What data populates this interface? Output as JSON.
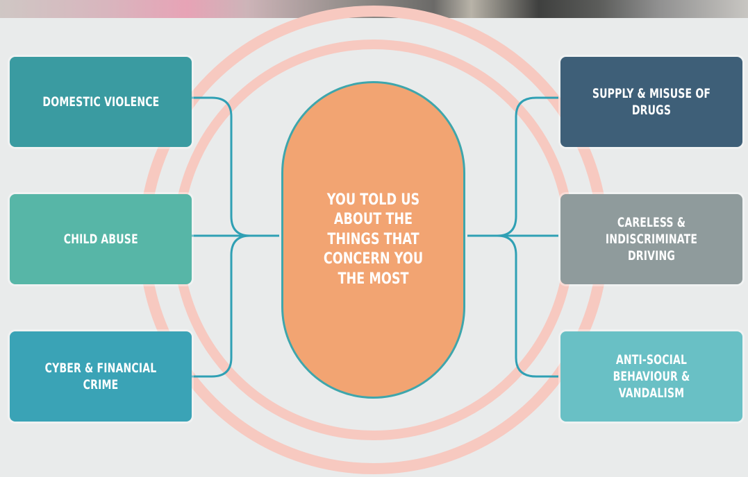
{
  "center_text": "YOU TOLD US ABOUT THE THINGS THAT CONCERN YOU THE MOST",
  "left_items": [
    {
      "label": "DOMESTIC VIOLENCE",
      "color": "#3a9ba1"
    },
    {
      "label": "CHILD ABUSE",
      "color": "#57b6a7"
    },
    {
      "label": "CYBER & FINANCIAL CRIME",
      "color": "#3aa3b6"
    }
  ],
  "right_items": [
    {
      "label": "SUPPLY & MISUSE OF DRUGS",
      "color": "#3e5f78"
    },
    {
      "label": "CARELESS & INDISCRIMINATE DRIVING",
      "color": "#8f9b9c"
    },
    {
      "label": "ANTI-SOCIAL BEHAVIOUR & VANDALISM",
      "color": "#69c0c5"
    }
  ],
  "colors": {
    "connector": "#2fa0b4",
    "rings": "#f7c9c0",
    "center_fill": "#f2a472"
  }
}
